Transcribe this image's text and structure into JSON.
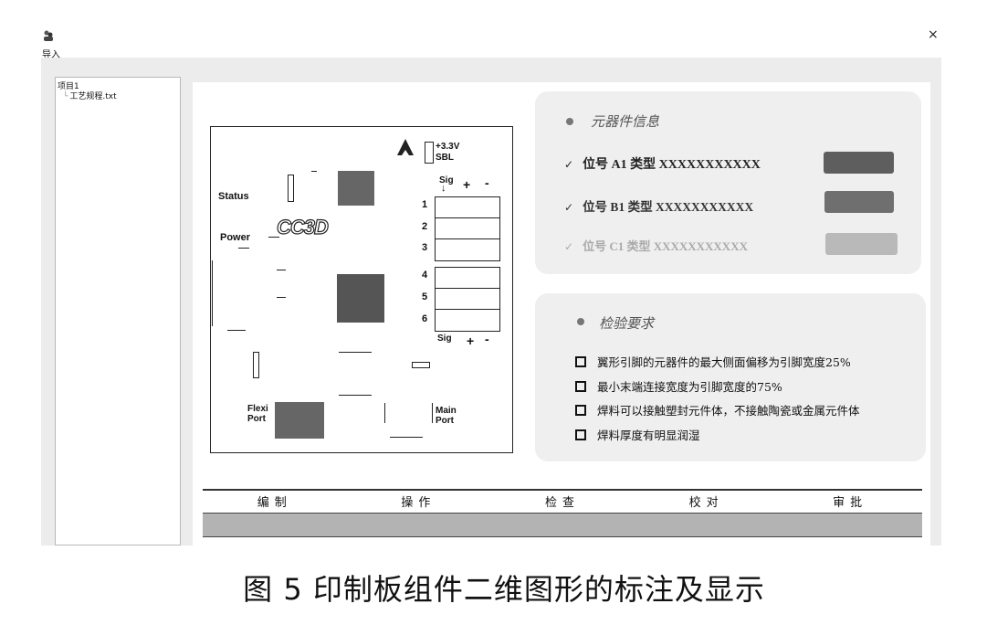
{
  "toolbar": {
    "import_label": "导入",
    "import_icon": "users-group-icon",
    "close_label": "×"
  },
  "tree": {
    "root": "项目1",
    "child": "工艺规程.txt"
  },
  "pcb": {
    "logo": "CC3D",
    "label_status": "Status",
    "label_power": "Power",
    "label_flexi": "Flexi\nPort",
    "label_main": "Main\nPort",
    "label_33v": "+3.3V",
    "label_sbl": "SBL",
    "label_sig_top": "Sig",
    "label_sig_bottom": "Sig",
    "plus": "+",
    "minus": "-",
    "pin_numbers": [
      "1",
      "2",
      "3",
      "4",
      "5",
      "6"
    ]
  },
  "component_info": {
    "title": "元器件信息",
    "rows": [
      {
        "check": "✓",
        "text": "位号 A1  类型  XXXXXXXXXXX",
        "color": "#5e5e5e"
      },
      {
        "check": "✓",
        "text": "位号 B1  类型  XXXXXXXXXXX",
        "color": "#6f6f6f"
      },
      {
        "check": "✓",
        "text": "位号 C1  类型  XXXXXXXXXXX",
        "color": "#b9b9b9"
      }
    ]
  },
  "inspection": {
    "title": "检验要求",
    "items": [
      "翼形引脚的元器件的最大侧面偏移为引脚宽度25%",
      "最小末端连接宽度为引脚宽度的75%",
      "焊料可以接触塑封元件体，不接触陶瓷或金属元件体",
      "焊料厚度有明显润湿"
    ]
  },
  "signoff": {
    "headers": [
      "编制",
      "操作",
      "检查",
      "校对",
      "审批"
    ]
  },
  "caption": "图 5   印制板组件二维图形的标注及显示"
}
